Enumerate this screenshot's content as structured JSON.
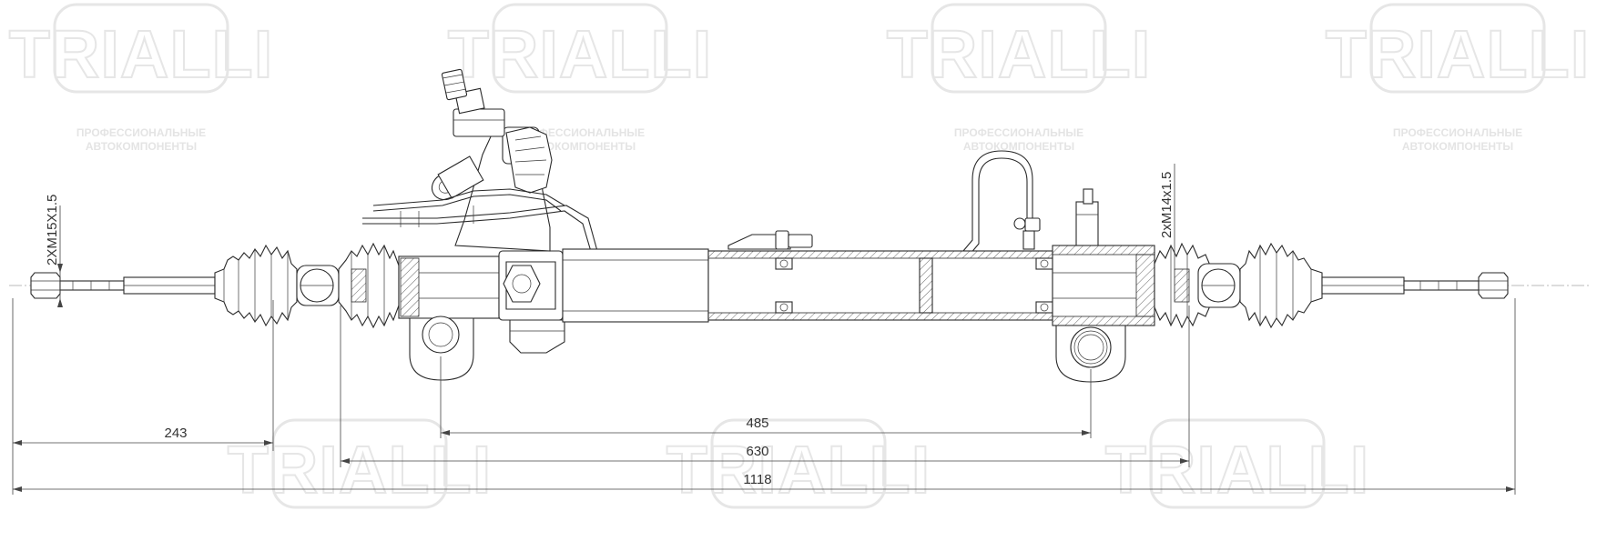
{
  "watermark": {
    "brand": "TRIALLI",
    "tagline_line1": "ПРОФЕССИОНАЛЬНЫЕ",
    "tagline_line2": "АВТОКОМПОНЕНТЫ"
  },
  "labels": {
    "thread_left": "2XM15X1.5",
    "thread_right": "2xM14x1.5"
  },
  "dimensions": {
    "d243": "243",
    "d485": "485",
    "d630": "630",
    "d1118": "1118"
  },
  "colors": {
    "line": "#2a2a2a",
    "watermark": "#e6e6e6"
  }
}
